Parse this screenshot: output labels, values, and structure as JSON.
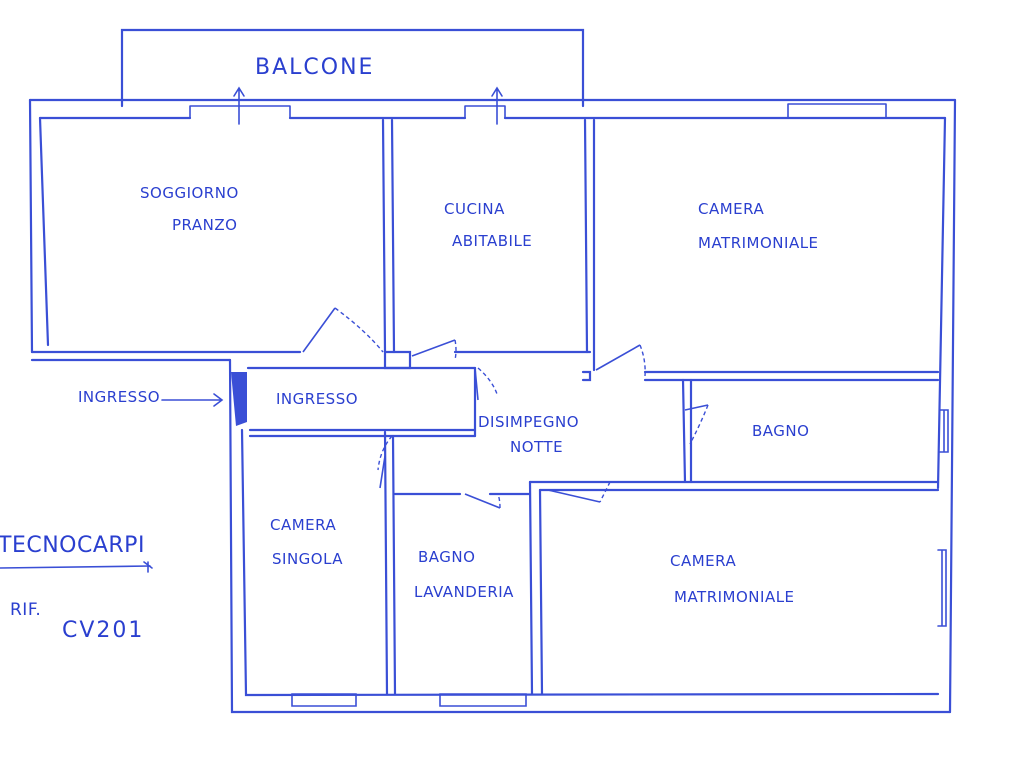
{
  "colors": {
    "ink": "#3a4fd6",
    "paper": "#ffffff"
  },
  "labels": {
    "balcone": "BALCONE",
    "soggiorno_1": "SOGGIORNO",
    "soggiorno_2": "PRANZO",
    "cucina_1": "CUCINA",
    "cucina_2": "ABITABILE",
    "camera1_1": "CAMERA",
    "camera1_2": "MATRIMONIALE",
    "ingresso_room": "INGRESSO",
    "ingresso_arrow": "INGRESSO",
    "disimpegno_1": "DISIMPEGNO",
    "disimpegno_2": "NOTTE",
    "bagno": "BAGNO",
    "singola_1": "CAMERA",
    "singola_2": "SINGOLA",
    "lavanderia_1": "BAGNO",
    "lavanderia_2": "LAVANDERIA",
    "camera2_1": "CAMERA",
    "camera2_2": "MATRIMONIALE",
    "brand": "TECNOCARPI",
    "rif": "RIF.",
    "code": "CV201"
  }
}
